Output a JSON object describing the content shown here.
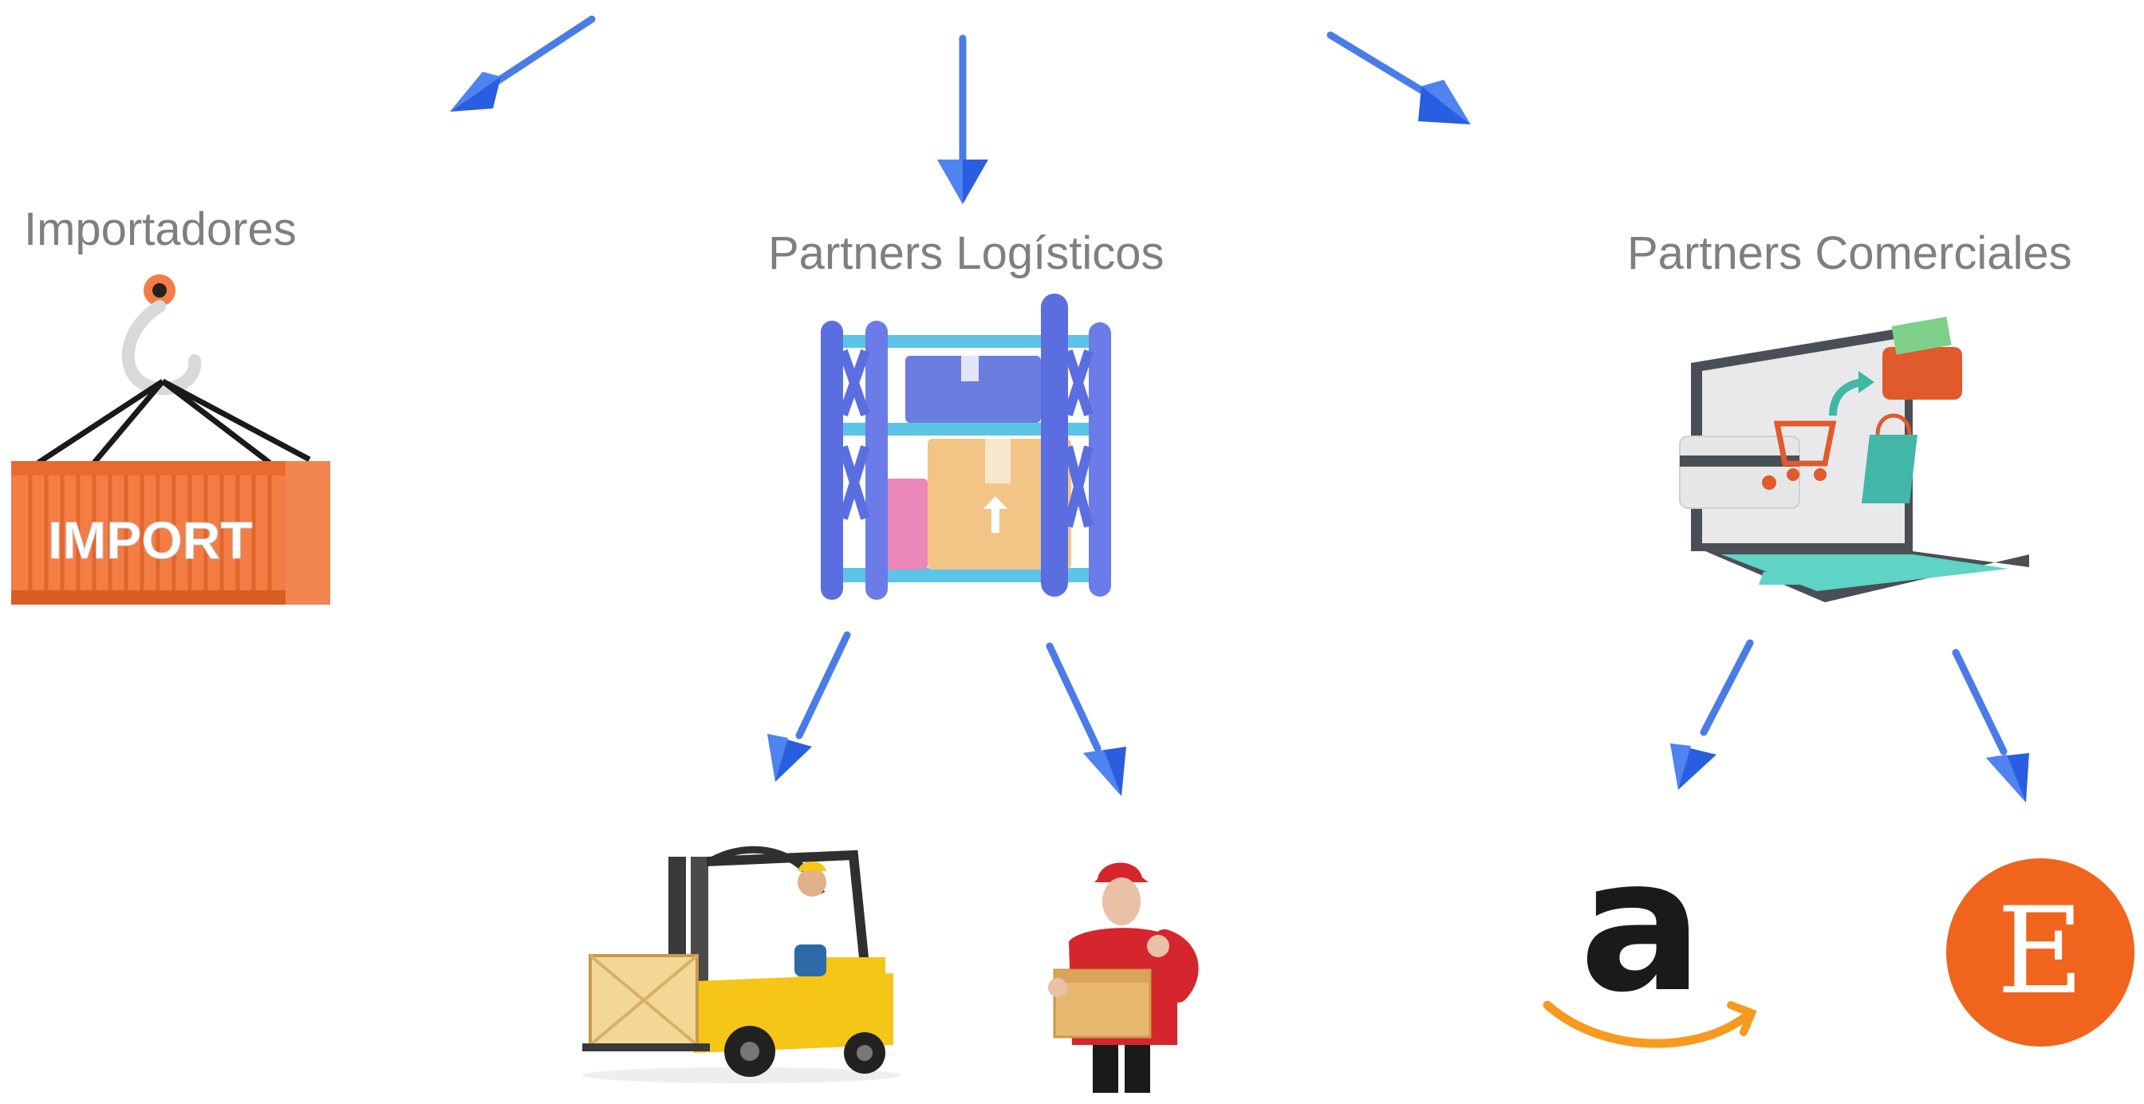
{
  "nodes": {
    "importadores": {
      "label": "Importadores",
      "icon": "import-container-icon",
      "container_text": "IMPORT"
    },
    "logisticos": {
      "label": "Partners Logísticos",
      "icon": "warehouse-shelf-icon"
    },
    "comerciales": {
      "label": "Partners Comerciales",
      "icon": "ecommerce-laptop-icon"
    },
    "forklift": {
      "icon": "forklift-icon"
    },
    "delivery": {
      "icon": "delivery-person-icon"
    },
    "amazon": {
      "icon": "amazon-logo-icon",
      "logo_text": "a"
    },
    "etsy": {
      "icon": "etsy-logo-icon",
      "logo_text": "E"
    }
  },
  "colors": {
    "arrow": "#3f72e6",
    "arrow_head": "#2457d6",
    "label": "#7f7f7f",
    "container": "#f47c45",
    "shelf": "#5b6ee0",
    "amazon_orange": "#f79a1e",
    "etsy_orange": "#f1641e"
  }
}
